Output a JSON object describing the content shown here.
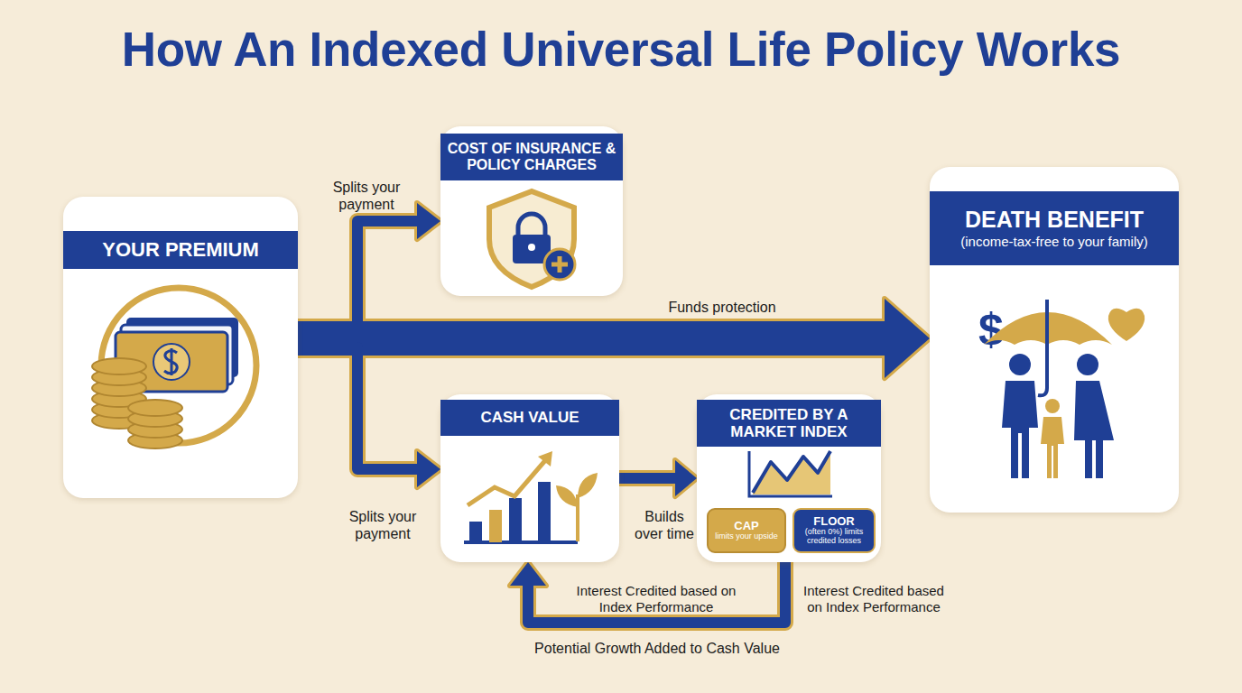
{
  "diagram": {
    "title": "How An Indexed Universal Life Policy Works",
    "nodes": [
      {
        "text": [
          "YOUR PREMIUM"
        ]
      },
      {
        "text": [
          "COST OF INSURANCE & POLICY CHARGES"
        ]
      },
      {
        "text": [
          "DEATH BENEFIT",
          "(income-tax-free to your family)"
        ]
      },
      {
        "text": [
          "CASH VALUE"
        ]
      },
      {
        "text": [
          "CREDITED BY A MARKET INDEX"
        ]
      },
      {
        "text": [
          "CAP",
          "limits your upside"
        ],
        "in": 4
      },
      {
        "text": [
          "FLOOR",
          "(often 0%) limits credited losses"
        ],
        "in": 4
      }
    ],
    "edges": [
      {
        "from": 0,
        "to": 1,
        "label": "Splits your payment",
        "arrow": "to"
      },
      {
        "from": 0,
        "to": 2,
        "label": "Funds protection",
        "arrow": "to"
      },
      {
        "from": 0,
        "to": 3,
        "label": "Splits your payment",
        "arrow": "to"
      },
      {
        "from": 3,
        "to": 4,
        "label": "Builds over time",
        "arrow": "to"
      },
      {
        "from": 4,
        "to": 3,
        "label": "Potential Growth Added to Cash Value",
        "arrow": "to"
      }
    ],
    "labels": [
      "Interest Credited based on Index Performance",
      "Interest Credited based on Index Performance"
    ]
  }
}
